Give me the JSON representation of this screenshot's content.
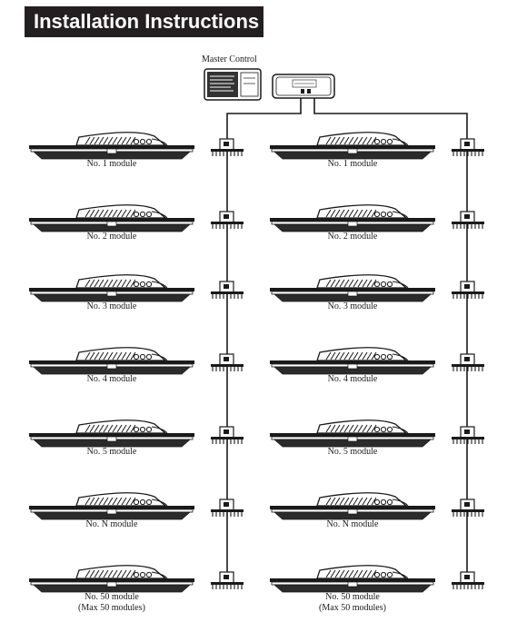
{
  "header": {
    "title": "Installation Instructions"
  },
  "master_control": {
    "label": "Master Control"
  },
  "modules": {
    "left": [
      "No. 1 module",
      "No. 2 module",
      "No. 3 module",
      "No. 4 module",
      "No. 5 module",
      "No. N module",
      "No. 50 module"
    ],
    "right": [
      "No. 1 module",
      "No. 2 module",
      "No. 3 module",
      "No. 4 module",
      "No. 5 module",
      "No. N module",
      "No. 50 module"
    ]
  },
  "footnotes": {
    "left": "(Max 50 modules)",
    "right": "(Max 50 modules)"
  },
  "colors": {
    "ink": "#1a1a1a",
    "title_bg": "#231f20",
    "title_text": "#ffffff"
  }
}
